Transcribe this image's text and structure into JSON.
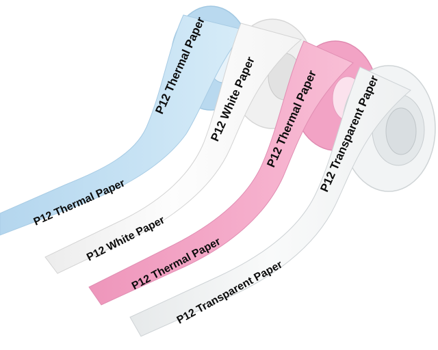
{
  "rolls": [
    {
      "color": "blue",
      "tape_fill": "#c3e0f2",
      "tape_edge": "#a9cde6",
      "roll_label": "P12 Thermal Paper",
      "strip_label": "P12 Thermal Paper"
    },
    {
      "color": "white",
      "tape_fill": "#fbfbfb",
      "tape_edge": "#dcdcdc",
      "roll_label": "P12 White Paper",
      "strip_label": "P12 White Paper"
    },
    {
      "color": "pink",
      "tape_fill": "#f4a9c9",
      "tape_edge": "#e48fb4",
      "roll_label": "P12 Thermal Paper",
      "strip_label": "P12 Thermal Paper"
    },
    {
      "color": "transparent",
      "tape_fill": "#f6f7f7",
      "tape_edge": "#d2d6d8",
      "roll_label": "P12 Transparent Paper",
      "strip_label": "P12 Transparent Paper"
    }
  ]
}
